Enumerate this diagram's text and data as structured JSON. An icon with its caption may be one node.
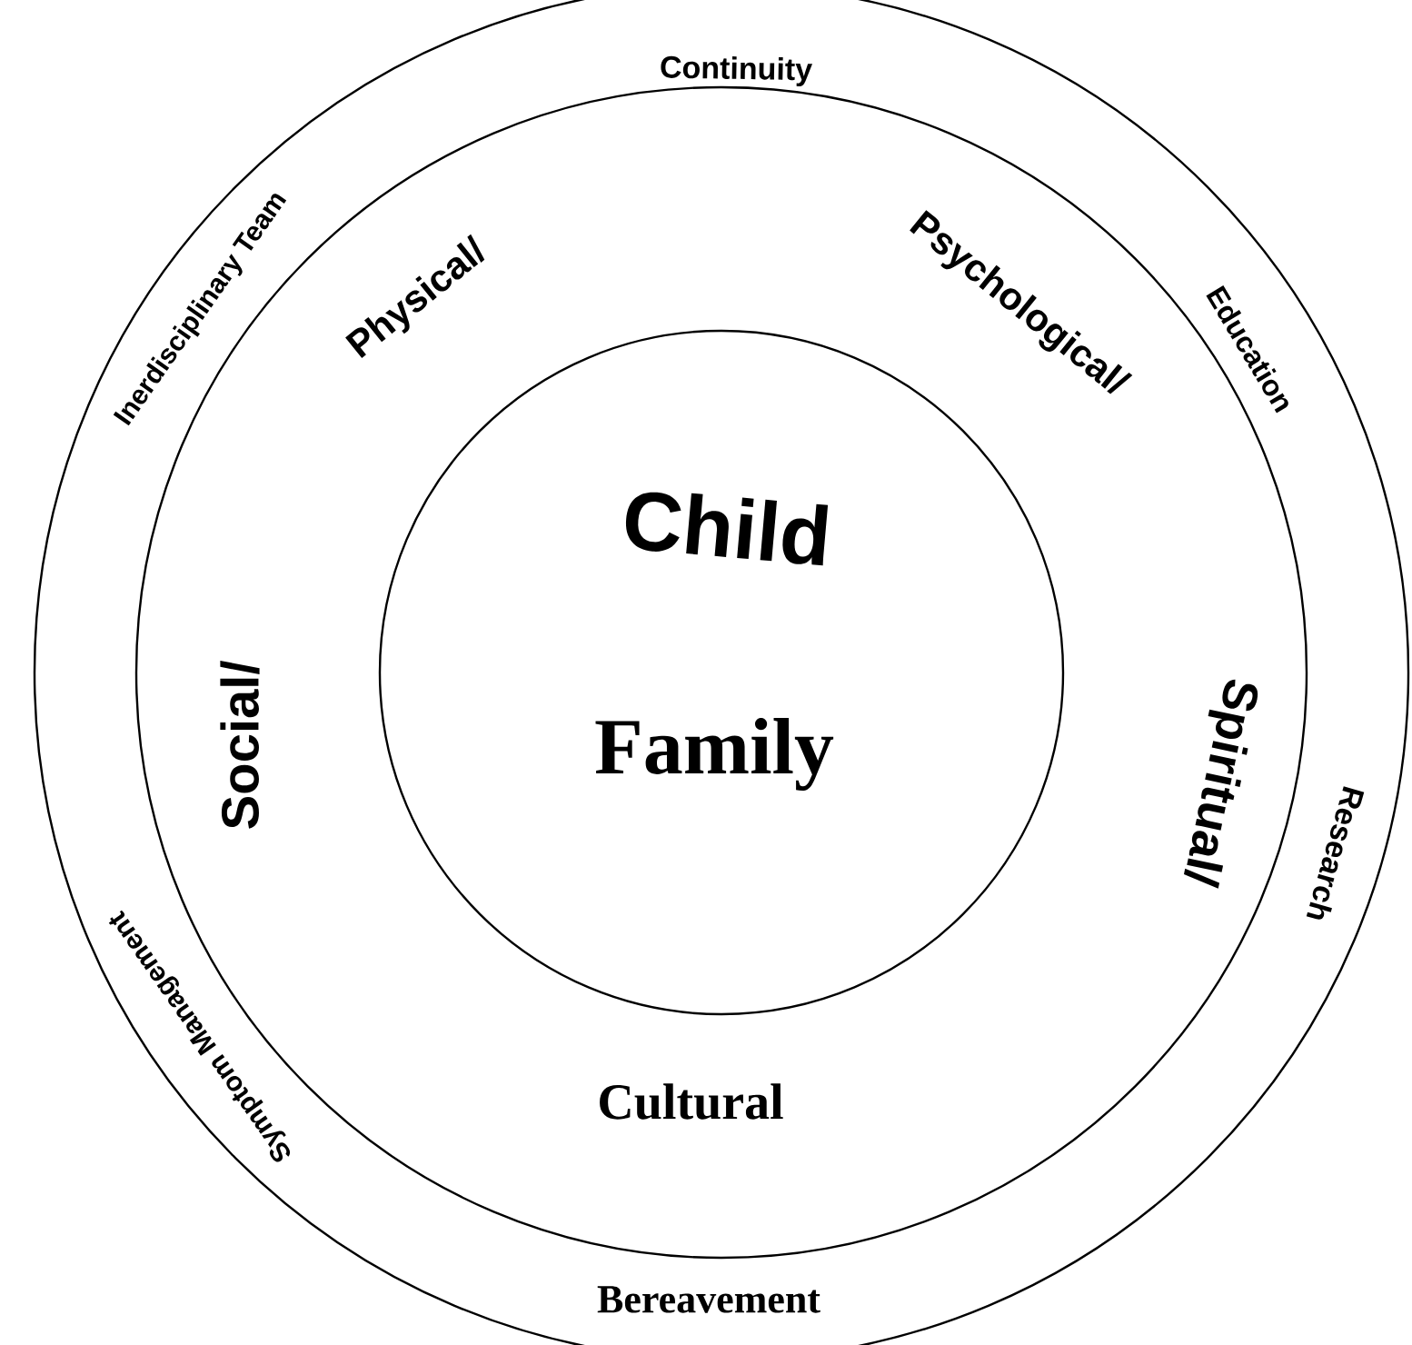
{
  "diagram": {
    "nodes": [
      {
        "text": [
          "Continuity",
          "Education",
          "Research",
          "Bereavement",
          "Symptom Management",
          "Inerdisciplinary Team"
        ]
      },
      {
        "text": [
          "Psychological/",
          "Spiritual/",
          "Cultural",
          "Social/",
          "Physical/"
        ],
        "in": 0
      },
      {
        "text": [
          "Child",
          "Family"
        ],
        "in": 1
      }
    ]
  }
}
